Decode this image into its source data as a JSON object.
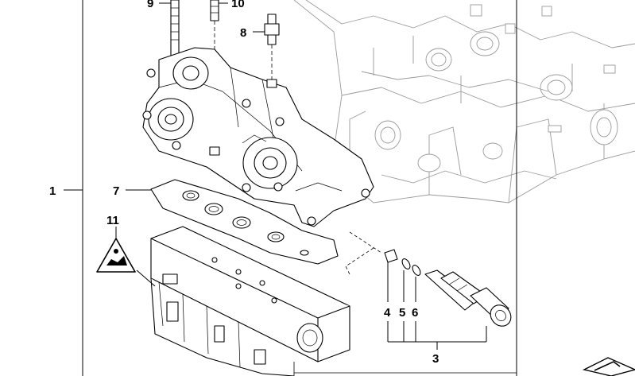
{
  "callouts": {
    "c1": "1",
    "c3": "3",
    "c4": "4",
    "c5": "5",
    "c6": "6",
    "c7": "7",
    "c8": "8",
    "c9": "9",
    "c10": "10",
    "c11": "11"
  },
  "icons": {
    "warning": "warning-triangle-icon",
    "corner": "arrow-corner-icon"
  }
}
